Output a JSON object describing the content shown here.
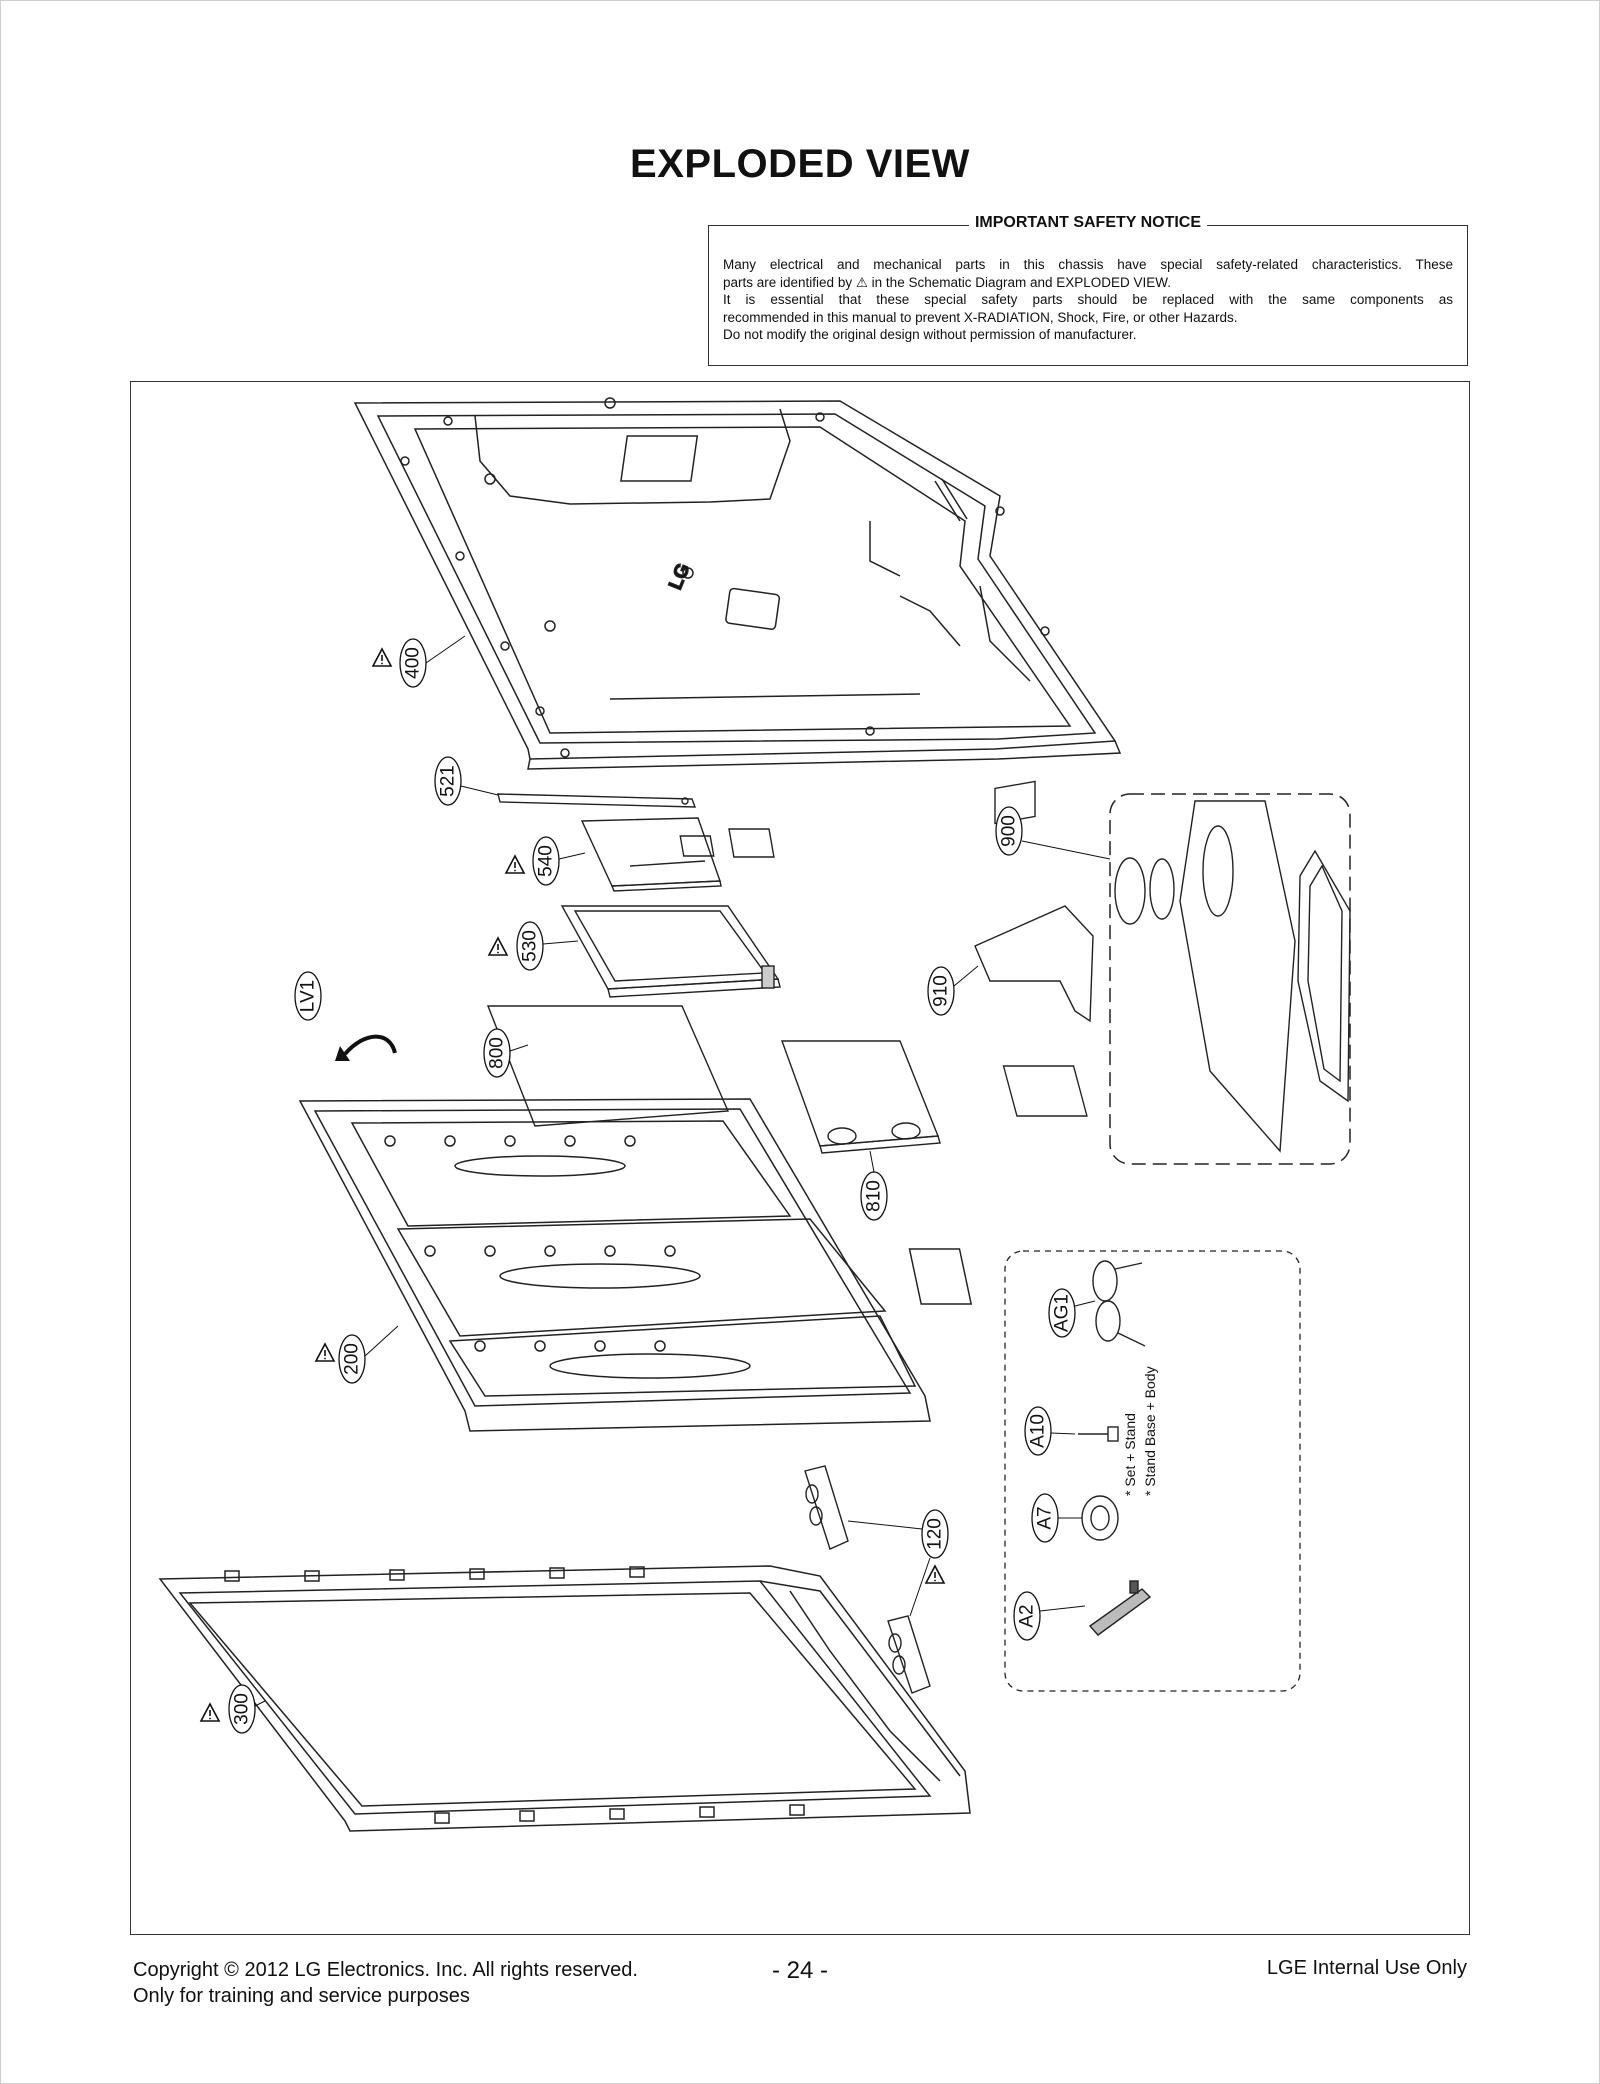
{
  "page": {
    "title": "EXPLODED VIEW"
  },
  "notice": {
    "heading": "IMPORTANT SAFETY NOTICE",
    "lines": [
      "Many electrical and mechanical parts in this chassis have special safety-related characteristics. These",
      "parts are identified by ⚠ in the Schematic Diagram and EXPLODED VIEW.",
      "It is essential that these special safety parts should be replaced with the same components as",
      "recommended in this manual to prevent X-RADIATION, Shock, Fire, or other Hazards.",
      "Do not modify the original design without permission of manufacturer."
    ]
  },
  "diagram": {
    "parts": {
      "p400": "400",
      "p521": "521",
      "p540": "540",
      "p530": "530",
      "pLV1": "LV1",
      "p800": "800",
      "p900": "900",
      "p910": "910",
      "p810": "810",
      "p200": "200",
      "p120": "120",
      "p300": "300",
      "pAG1": "AG1",
      "pA10": "A10",
      "pA7": "A7",
      "pA2": "A2"
    },
    "notes": {
      "set_stand": "* Set + Stand",
      "stand_base_body": "* Stand Base + Body"
    },
    "logo_text": "LG"
  },
  "footer": {
    "copyright": "Copyright © 2012 LG Electronics. Inc. All rights reserved.",
    "purpose": "Only for training and service purposes",
    "page_number": "- 24 -",
    "internal": "LGE Internal Use Only"
  }
}
